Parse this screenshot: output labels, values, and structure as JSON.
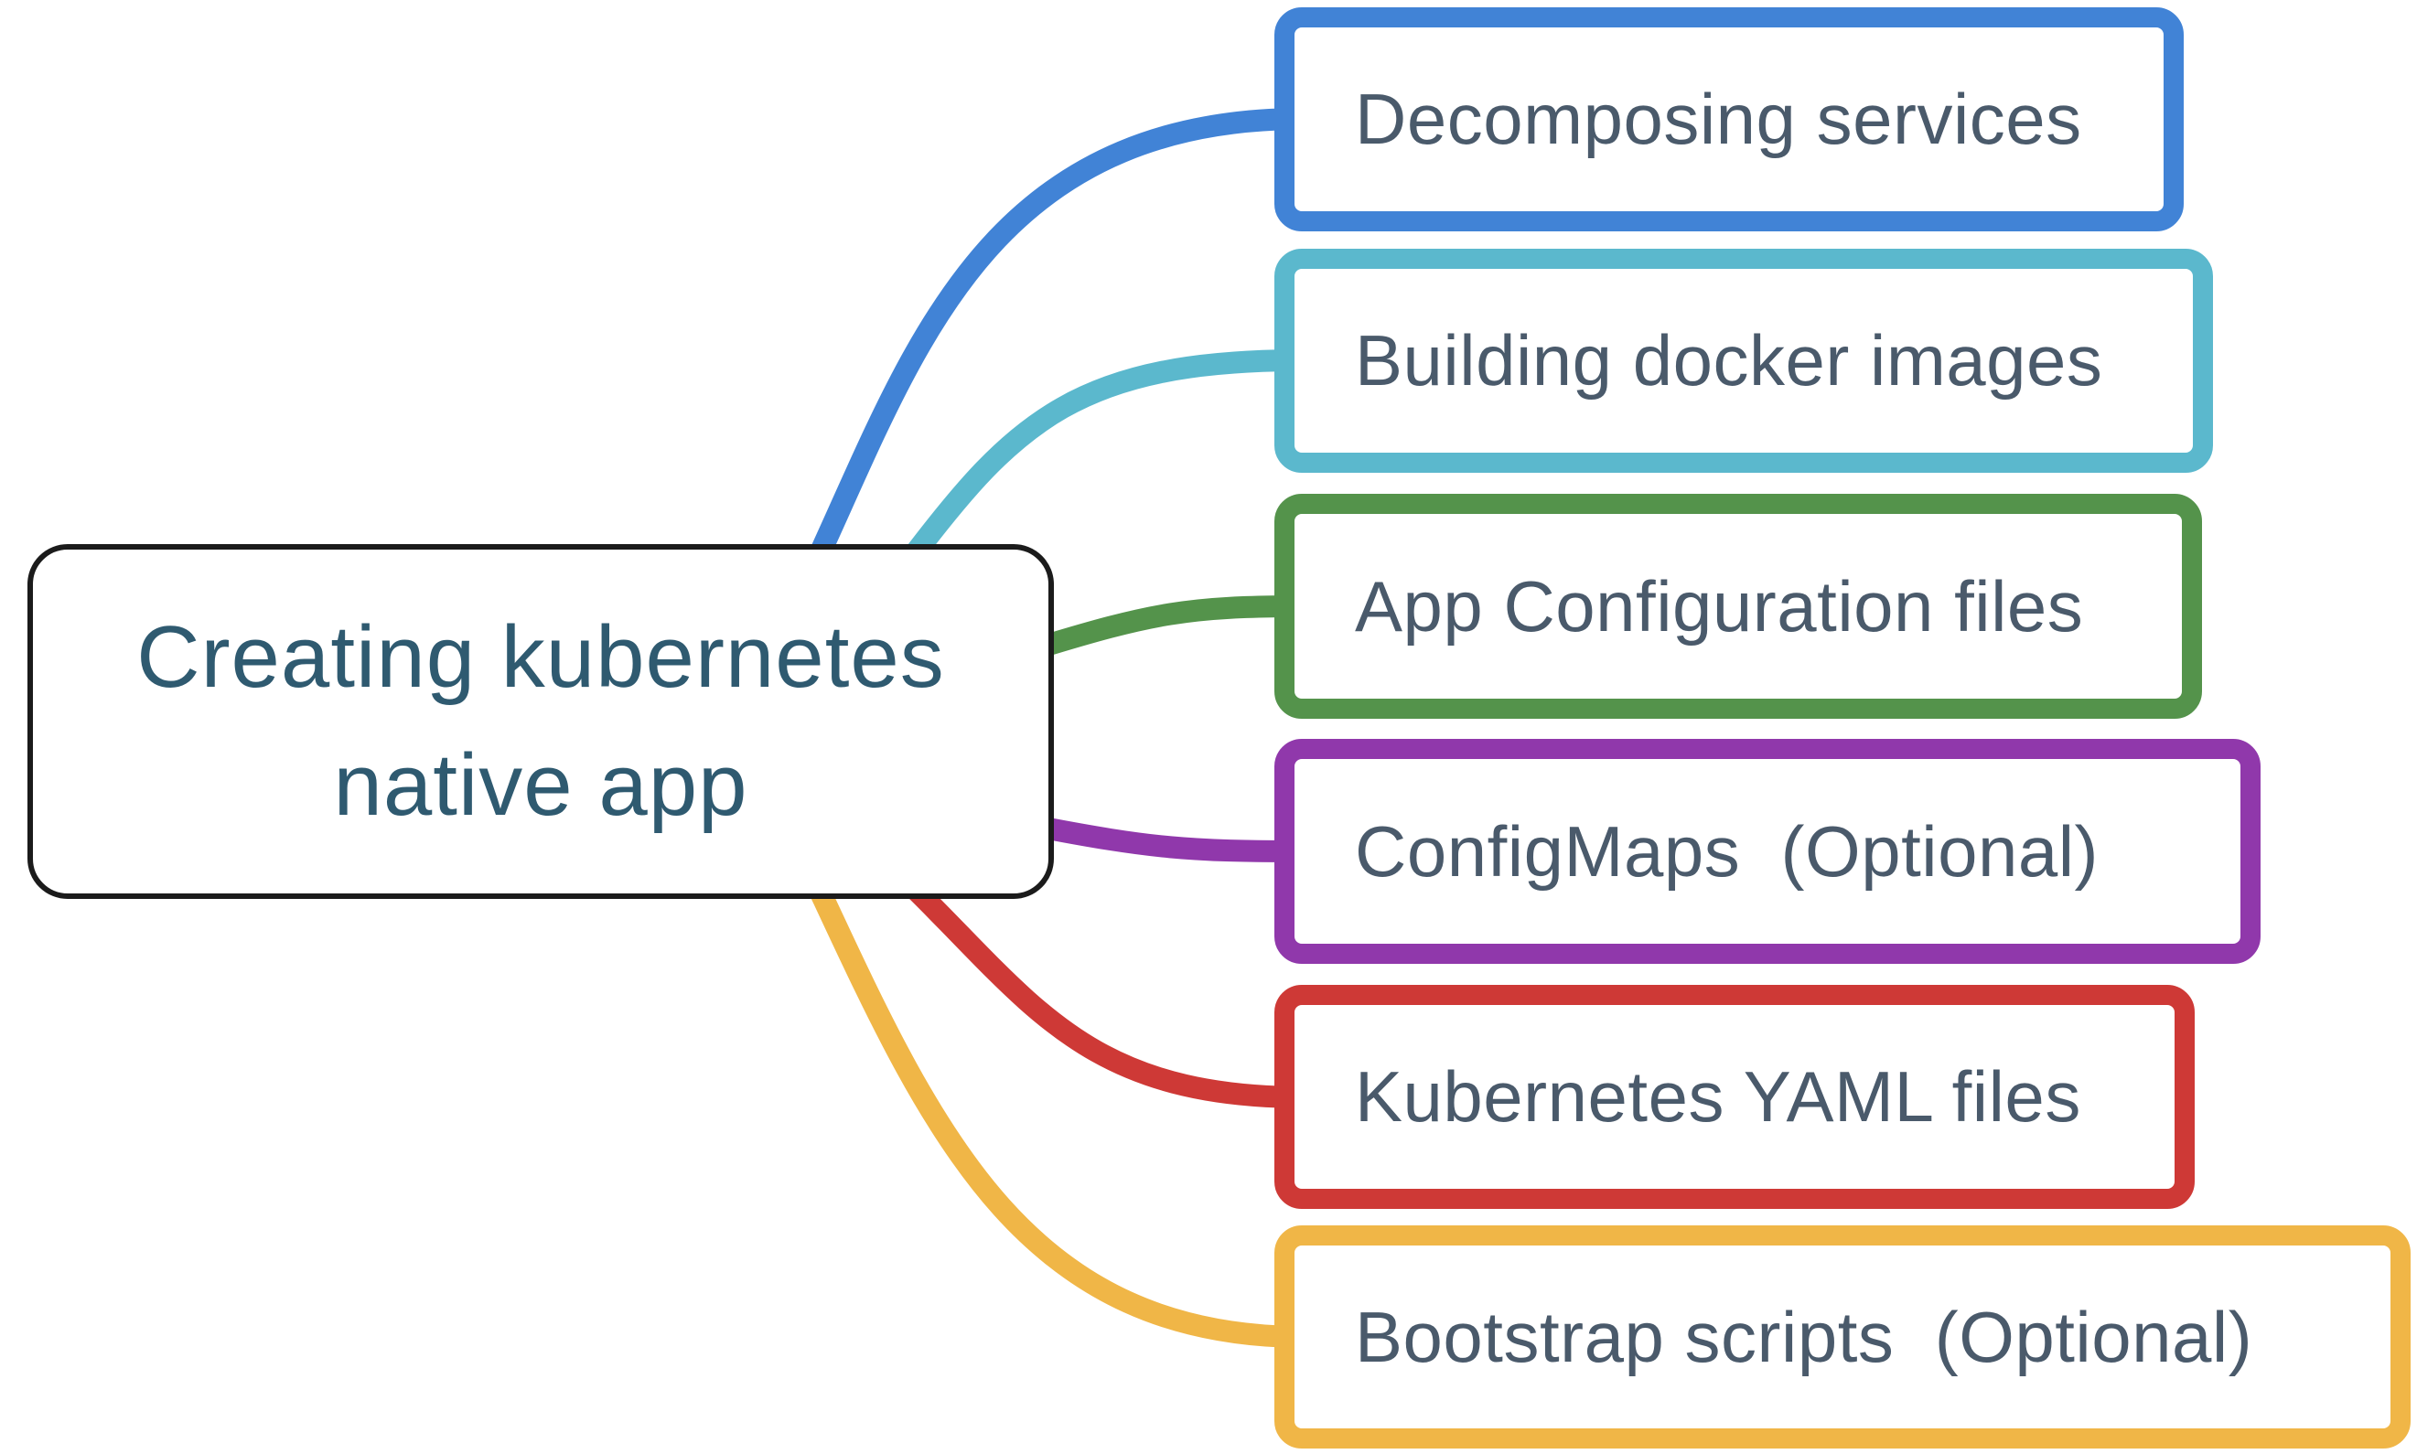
{
  "diagram": {
    "type": "mindmap",
    "background": "#ffffff",
    "root": {
      "label": "Creating kubernetes native app",
      "lines": [
        "Creating kubernetes",
        "native app"
      ],
      "border_color": "#1b1b1b",
      "text_color": "#2f5a70"
    },
    "branch_text_color": "#4a5a6b",
    "branches": [
      {
        "label": "Decomposing services",
        "color": "#4183d6"
      },
      {
        "label": "Building docker images",
        "color": "#5bb8cd"
      },
      {
        "label": "App Configuration files",
        "color": "#54934b"
      },
      {
        "label": "ConfigMaps  (Optional)",
        "color": "#9038ab"
      },
      {
        "label": "Kubernetes YAML files",
        "color": "#ce3936"
      },
      {
        "label": "Bootstrap scripts  (Optional)",
        "color": "#f0b647"
      }
    ]
  }
}
